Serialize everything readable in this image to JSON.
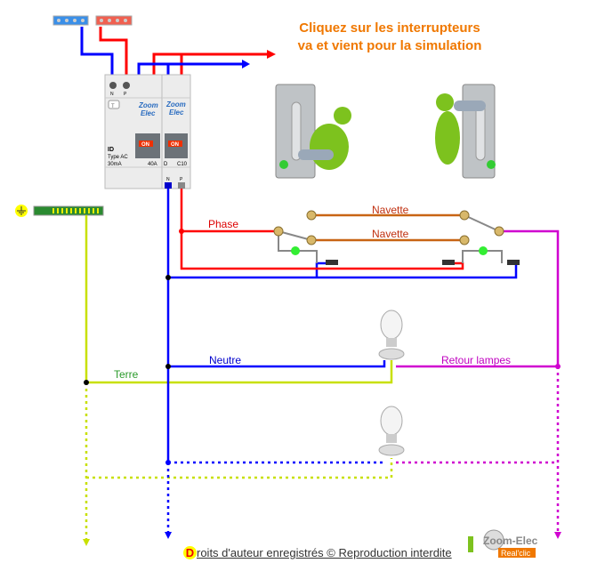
{
  "title": {
    "line1": "Cliquez sur les interrupteurs",
    "line2": "va et vient pour la simulation"
  },
  "breaker_diff": {
    "brand1": "Zoom",
    "brand2": "Elec",
    "type_line1": "ID",
    "type_line2": "Type AC",
    "sensitivity": "30mA",
    "rating": "40A",
    "state": "ON",
    "terminal_n": "N",
    "terminal_p": "P",
    "test_label": "T"
  },
  "breaker_circuit": {
    "brand1": "Zoom",
    "brand2": "Elec",
    "curve": "D",
    "rating": "C10",
    "state": "ON",
    "terminal_n": "N",
    "terminal_p": "P"
  },
  "labels": {
    "phase": "Phase",
    "navette_top": "Navette",
    "navette_bottom": "Navette",
    "neutre": "Neutre",
    "terre": "Terre",
    "retour": "Retour lampes"
  },
  "footer": {
    "initial": "D",
    "text": "roits d'auteur enregistrés © Reproduction interdite",
    "logo": "Zoom-Elec",
    "logo_sub": "Real'clic"
  },
  "colors": {
    "phase": "#ff0000",
    "neutral": "#0000ff",
    "earth": "#c8e000",
    "navette": "#c86414",
    "retour": "#d000d0",
    "title": "#f07800"
  }
}
